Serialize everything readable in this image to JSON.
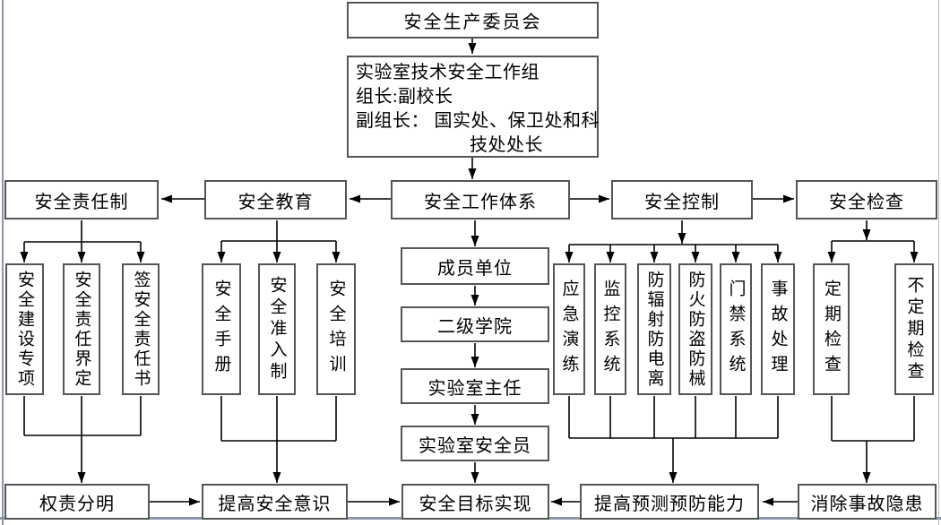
{
  "title_chain": {
    "committee": "安全生产委员会",
    "workgroup": {
      "line1": "实验室技术安全工作组",
      "line2": "组长:副校长",
      "line3": "副组长： 国实处、保卫处和科",
      "line4": "技处处长"
    }
  },
  "branches": {
    "responsibility": {
      "label": "安全责任制",
      "items": [
        "安全建设专项",
        "安全责任界定",
        "签安全责任书"
      ],
      "outcome": "权责分明"
    },
    "education": {
      "label": "安全教育",
      "items": [
        "安全手册",
        "安全准入制",
        "安全培训"
      ],
      "outcome": "提高安全意识"
    },
    "work_system": {
      "label": "安全工作体系",
      "chain": [
        "成员单位",
        "二级学院",
        "实验室主任",
        "实验室安全员"
      ],
      "outcome": "安全目标实现"
    },
    "control": {
      "label": "安全控制",
      "items": [
        "应急演练",
        "监控系统",
        "防辐射防电离",
        "防火防盗防械",
        "门禁系统",
        "事故处理"
      ],
      "outcome": "提高预测预防能力"
    },
    "inspection": {
      "label": "安全检查",
      "items": [
        "定期检查",
        "不定期检查"
      ],
      "outcome": "消除事故隐患"
    }
  },
  "colors": {
    "connector": "#000000",
    "node_border": "#555555",
    "frame_border": "#8b97a8"
  }
}
